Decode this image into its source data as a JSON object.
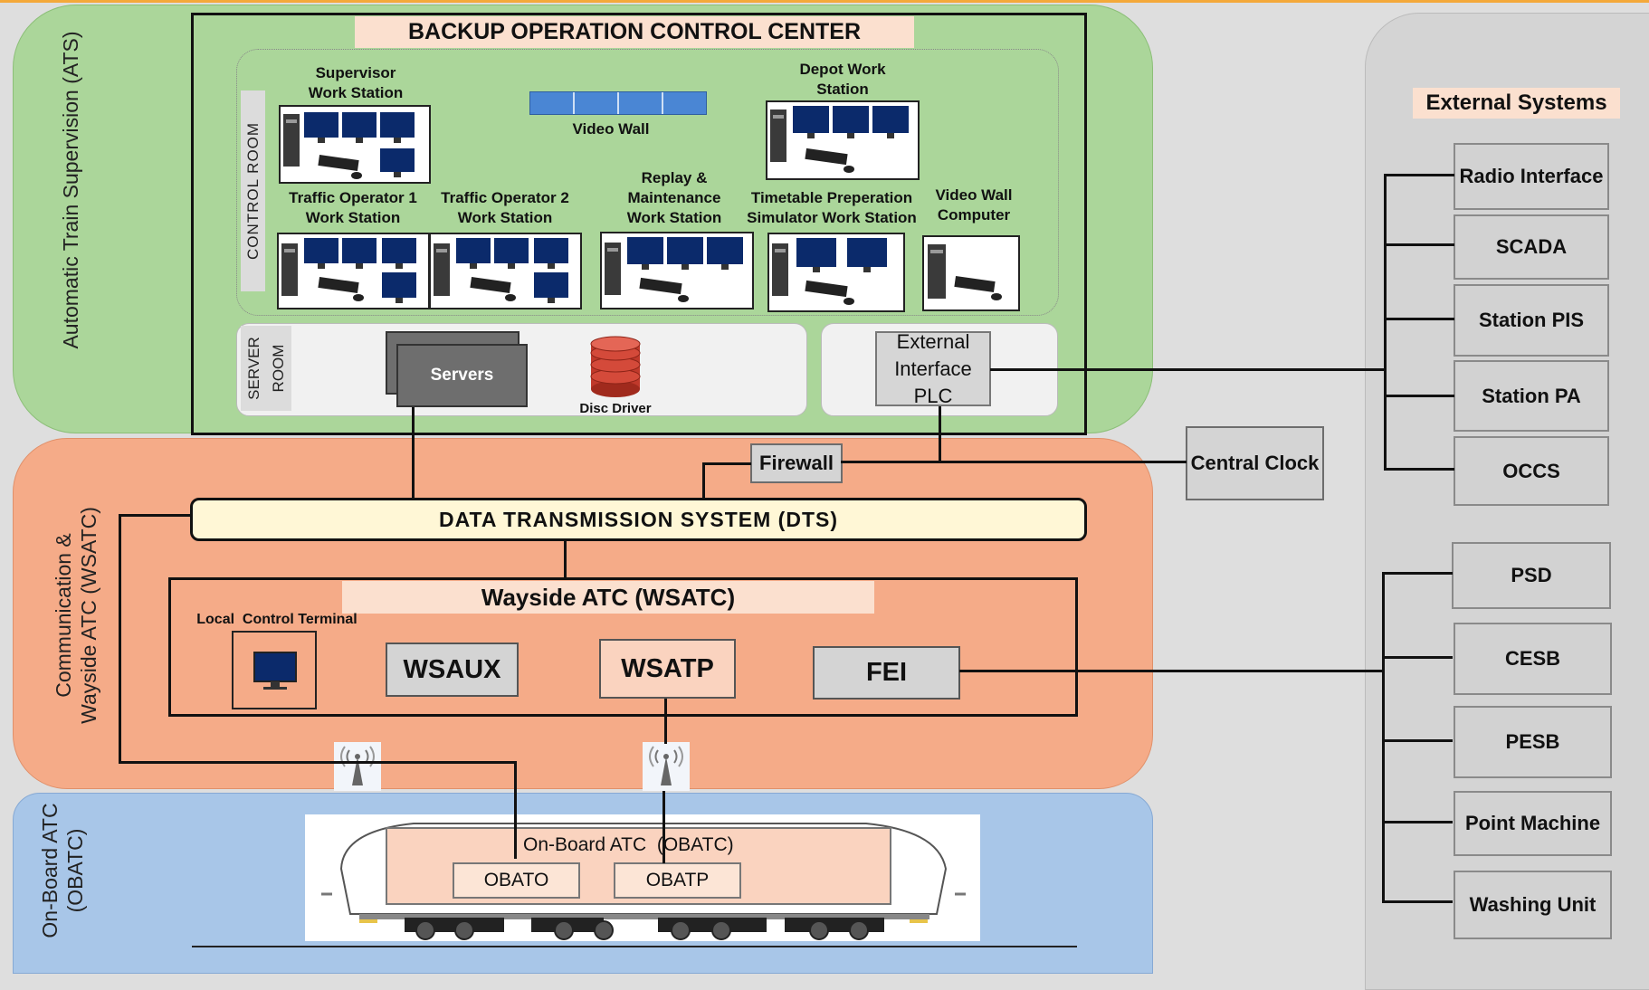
{
  "ats": {
    "side_label": "Automatic Train Supervision (ATS)",
    "title": "BACKUP OPERATION CONTROL CENTER",
    "control_room_label": "CONTROL ROOM",
    "server_room_label": "SERVER ROOM",
    "video_wall": "Video Wall",
    "stations": {
      "supervisor": "Supervisor Work Station",
      "depot": "Depot Work Station",
      "traffic1": "Traffic Operator 1 Work Station",
      "traffic2": "Traffic Operator 2 Work Station",
      "replay": "Replay & Maintenance Work Station",
      "timetable": "Timetable Preperation Simulator Work Station",
      "vwcomputer": "Video Wall Computer"
    },
    "servers": "Servers",
    "disc_driver": "Disc Driver",
    "ext_plc": "External Interface PLC"
  },
  "comm": {
    "side_label_1": "Communication &",
    "side_label_2": "Wayside ATC (WSATC)",
    "firewall": "Firewall",
    "central_clock": "Central Clock",
    "dts": "DATA TRANSMISSION SYSTEM (DTS)",
    "wsatc_title": "Wayside ATC (WSATC)",
    "local_terminal": "Local  Control Terminal",
    "wsaux": "WSAUX",
    "wsatp": "WSATP",
    "fei": "FEI"
  },
  "obatc": {
    "side_label_1": "On-Board ATC",
    "side_label_2": "(OBATC)",
    "title": "On-Board ATC  (OBATC)",
    "obato": "OBATO",
    "obatp": "OBATP"
  },
  "external": {
    "title": "External Systems",
    "group1": [
      "Radio Interface",
      "SCADA",
      "Station PIS",
      "Station PA",
      "OCCS"
    ],
    "group2": [
      "PSD",
      "CESB",
      "PESB",
      "Point Machine",
      "Washing Unit"
    ]
  },
  "colors": {
    "ats_green": "#abd69a",
    "comm_salmon": "#f5ab88",
    "obatc_blue": "#a8c6e8",
    "accent_orange": "#f4a93a",
    "dts_yellow": "#fff7d6",
    "title_peach": "#fbe0cf"
  }
}
